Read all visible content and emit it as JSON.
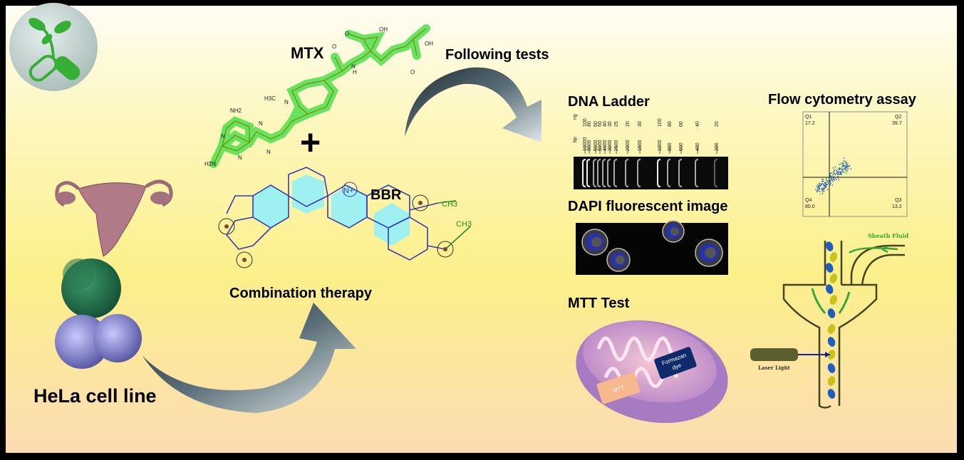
{
  "titles": {
    "mtx": "MTX",
    "bbr": "BBR",
    "plus": "+",
    "combination": "Combination therapy",
    "following": "Following tests",
    "hela": "HeLa cell line",
    "dna_ladder": "DNA Ladder",
    "flow": "Flow cytometry assay",
    "dapi": "DAPI fluorescent image",
    "mtt_test": "MTT Test"
  },
  "mtx_atoms": {
    "oh1": "OH",
    "oh2": "OH",
    "o1": "O",
    "o2": "O",
    "o3": "O",
    "nh": "N",
    "h": "H",
    "h3c": "H3C",
    "n": "N",
    "nh2": "NH2",
    "h2n": "H2N",
    "n1": "N",
    "n2": "N",
    "n3": "N",
    "n4": "N"
  },
  "bbr_atoms": {
    "nplus": "N+",
    "ch3a": "CH3",
    "ch3b": "CH3"
  },
  "dna_ladder": {
    "row_labels": [
      "ng",
      "bp"
    ],
    "ng": [
      "100",
      "80",
      "60",
      "50",
      "40",
      "30",
      "25",
      "20",
      "30",
      "100",
      "80",
      "60",
      "40",
      "20"
    ],
    "bp": [
      "10000",
      "8000",
      "6000",
      "5000",
      "4000",
      "3000",
      "2500",
      "2000",
      "1500",
      "1000",
      "800",
      "600",
      "400",
      "200"
    ]
  },
  "flow_plot": {
    "quadrants": [
      {
        "label": "Q1",
        "value": "17.2"
      },
      {
        "label": "Q2",
        "value": "39.7"
      },
      {
        "label": "Q3",
        "value": "13.2"
      },
      {
        "label": "Q4",
        "value": "80.0"
      }
    ]
  },
  "mtt": {
    "mtt_label": "MTT",
    "formazan_1": "Formazan",
    "formazan_2": "dye"
  },
  "flow_cell": {
    "sheath": "Sheath Fluid",
    "laser": "Laser Light"
  },
  "colors": {
    "accent_green": "#4ee04e",
    "bbr_blue": "#3a3ab8",
    "bbr_cyan": "#9ff0f0",
    "sheath_green": "#3aa63a"
  }
}
